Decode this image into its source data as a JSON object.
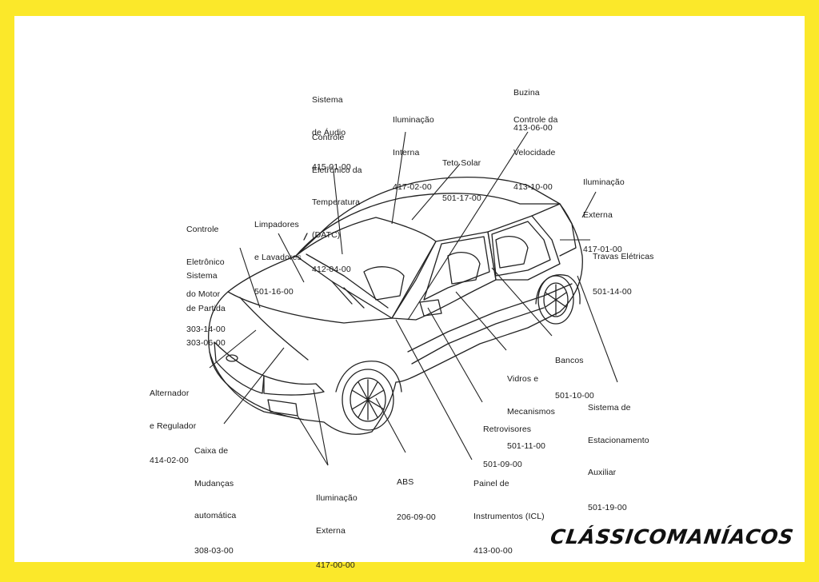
{
  "colors": {
    "frame": "#fbe82a",
    "panel": "#ffffff",
    "ink": "#1a1a1a"
  },
  "labels": {
    "audio": {
      "lines": [
        "Sistema",
        "de Áudio"
      ],
      "code": "415-01-00"
    },
    "datc": {
      "lines": [
        "Controle",
        "Eletrônico da",
        "Temperatura",
        "(DATC)"
      ],
      "code": "412-04-00"
    },
    "interior_light": {
      "lines": [
        "Iluminação",
        "Interna"
      ],
      "code": "417-02-00"
    },
    "sunroof": {
      "lines": [
        "Teto Solar"
      ],
      "code": "501-17-00"
    },
    "horn": {
      "lines": [
        "Buzina"
      ],
      "code": "413-06-00"
    },
    "speed_control": {
      "lines": [
        "Controle da",
        "Velocidade"
      ],
      "code": "413-10-00"
    },
    "exterior_light_rear": {
      "lines": [
        "Iluminação",
        "Externa"
      ],
      "code": "417-01-00"
    },
    "power_locks": {
      "lines": [
        "Travas Elétricas"
      ],
      "code": "501-14-00"
    },
    "engine_control": {
      "lines": [
        "Controle",
        "Eletrônico",
        "do Motor"
      ],
      "code": "303-14-00"
    },
    "starting": {
      "lines": [
        "Sistema",
        "de Partida"
      ],
      "code": "303-06-00"
    },
    "wipers": {
      "lines": [
        "Limpadores",
        "e Lavadores"
      ],
      "code": "501-16-00"
    },
    "alternator": {
      "lines": [
        "Alternador",
        "e Regulador"
      ],
      "code": "414-02-00"
    },
    "transmission": {
      "lines": [
        "Caixa de",
        "Mudanças",
        "automática"
      ],
      "code": "308-03-00"
    },
    "exterior_light_front": {
      "lines": [
        "Iluminação",
        "Externa"
      ],
      "code": "417-00-00"
    },
    "abs": {
      "lines": [
        "ABS"
      ],
      "code": "206-09-00"
    },
    "icl": {
      "lines": [
        "Painel de",
        "Instrumentos (ICL)"
      ],
      "code": "413-00-00"
    },
    "mirrors": {
      "lines": [
        "Retrovisores"
      ],
      "code": "501-09-00"
    },
    "glass": {
      "lines": [
        "Vidros e",
        "Mecanismos"
      ],
      "code": "501-11-00"
    },
    "seats": {
      "lines": [
        "Bancos"
      ],
      "code": "501-10-00"
    },
    "parking_aid": {
      "lines": [
        "Sistema de",
        "Estacionamento",
        "Auxiliar"
      ],
      "code": "501-19-00"
    }
  },
  "brand": {
    "text": "CLÁSSICOMANÍACOS"
  }
}
